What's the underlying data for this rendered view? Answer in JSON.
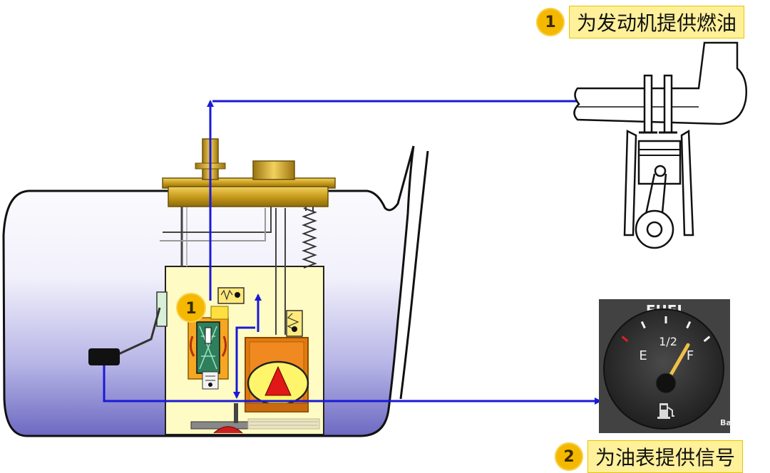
{
  "callouts": [
    {
      "number": "1",
      "text": "为发动机提供燃油"
    },
    {
      "number": "2",
      "text": "为油表提供信号"
    }
  ],
  "pump_badge": "1",
  "gauge": {
    "title": "FUEL",
    "mark_empty": "E",
    "mark_half": "1/2",
    "mark_full": "F",
    "level_fraction": 0.8,
    "brand_mark": "Ba"
  },
  "colors": {
    "flow_arrow": "#1a1ad6",
    "brass": "#c79a1c",
    "tank_shade": "#7a78c8",
    "badge": "#f5b800",
    "label_bg": "#fff09a",
    "pump_housing": "#e07a10"
  }
}
